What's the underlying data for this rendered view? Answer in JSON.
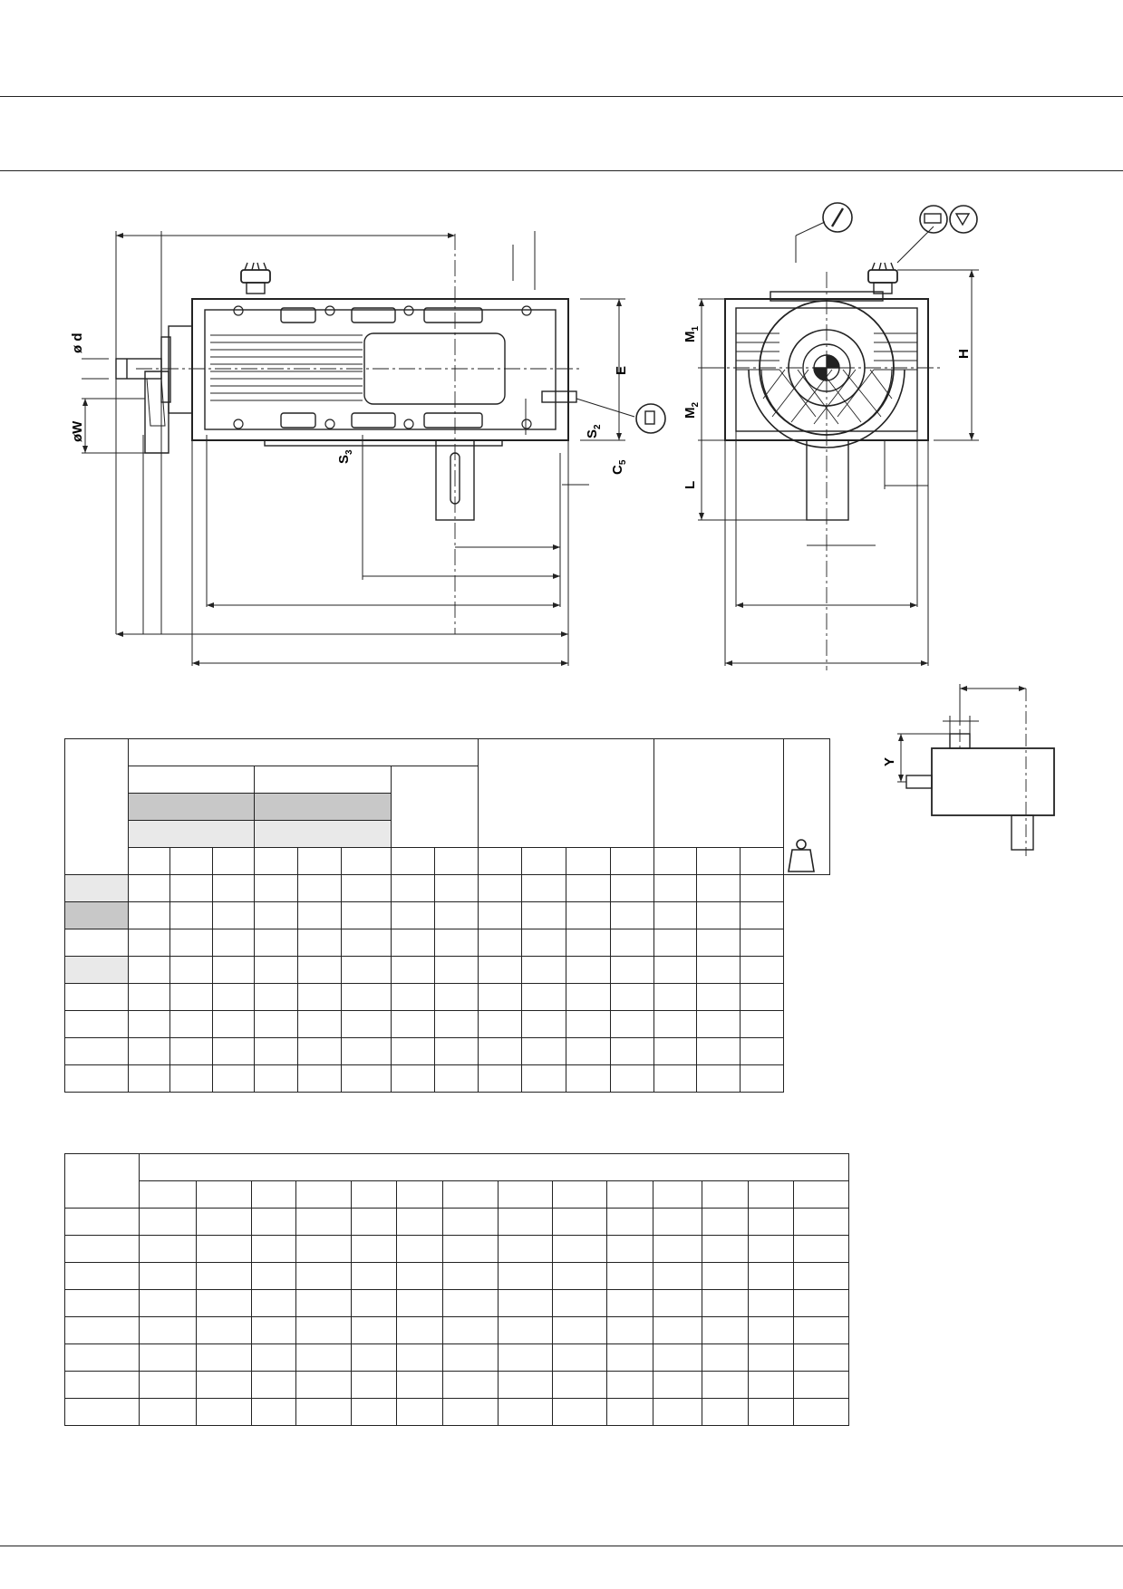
{
  "drawing": {
    "front_view_labels": {
      "d": "ø d",
      "w": "øW",
      "e": "E",
      "s2": "S",
      "s2_sub": "2",
      "s3": "S",
      "s3_sub": "3",
      "c5": "C",
      "c5_sub": "5"
    },
    "side_view_labels": {
      "m1": "M",
      "m1_sub": "1",
      "m2": "M",
      "m2_sub": "2",
      "l": "L",
      "h": "H"
    },
    "detail_labels": {
      "y": "Y"
    },
    "icons": {
      "tool": "wrench-icon",
      "mounting": "mounting-position-icon",
      "weight": "weight-icon",
      "oil_plug": "oil-plug-icon"
    }
  },
  "colors": {
    "line": "#222222",
    "shade_dark": "#c8c8c8",
    "shade_light": "#e9e9e9"
  }
}
